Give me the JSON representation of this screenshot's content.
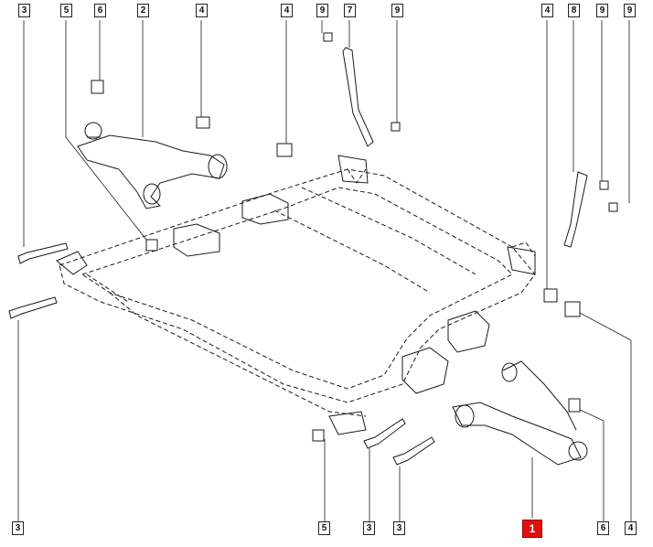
{
  "callouts": {
    "c_top_3": "3",
    "c_top_5": "5",
    "c_top_6": "6",
    "c_top_2": "2",
    "c_top_4a": "4",
    "c_top_4b": "4",
    "c_top_9a": "9",
    "c_top_7": "7",
    "c_top_9b": "9",
    "c_top_4c": "4",
    "c_top_8": "8",
    "c_top_9c": "9",
    "c_top_9d": "9",
    "c_bot_3a": "3",
    "c_bot_5": "5",
    "c_bot_3b": "3",
    "c_bot_3c": "3",
    "c_bot_1": "1",
    "c_bot_6": "6",
    "c_bot_4": "4"
  },
  "colors": {
    "line": "#1a1a1a",
    "highlight": "#e01010"
  }
}
